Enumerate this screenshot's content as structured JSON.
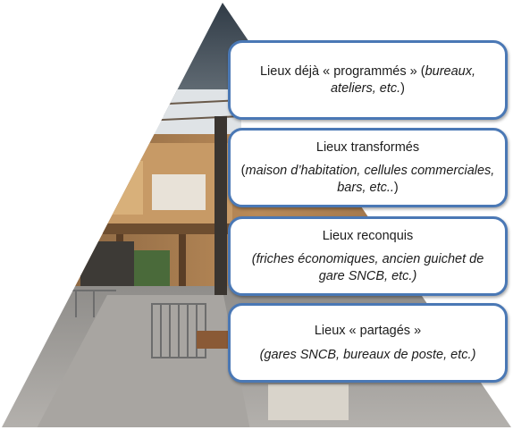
{
  "tiers": [
    {
      "title": "Lieux déjà « programmés » (",
      "subtitle": "bureaux, ateliers, etc.",
      "close": ")"
    },
    {
      "title": "Lieux transformés",
      "open": "(",
      "subtitle": "maison d’habitation, cellules commerciales, bars, etc..",
      "close": ")"
    },
    {
      "title": "Lieux reconquis",
      "open": "(",
      "subtitle": "friches économiques, ancien guichet de gare SNCB, etc.",
      "close": ")"
    },
    {
      "title": "Lieux « partagés »",
      "open": "(",
      "subtitle": "gares SNCB, bureaux de poste, etc.",
      "close": ")"
    }
  ],
  "colors": {
    "box_border": "#4a78b5",
    "photo_floor": "#9e9b97",
    "photo_wood": "#a9774a",
    "photo_roof": "#5c6670"
  },
  "icons": {
    "background": "warehouse-photo"
  }
}
